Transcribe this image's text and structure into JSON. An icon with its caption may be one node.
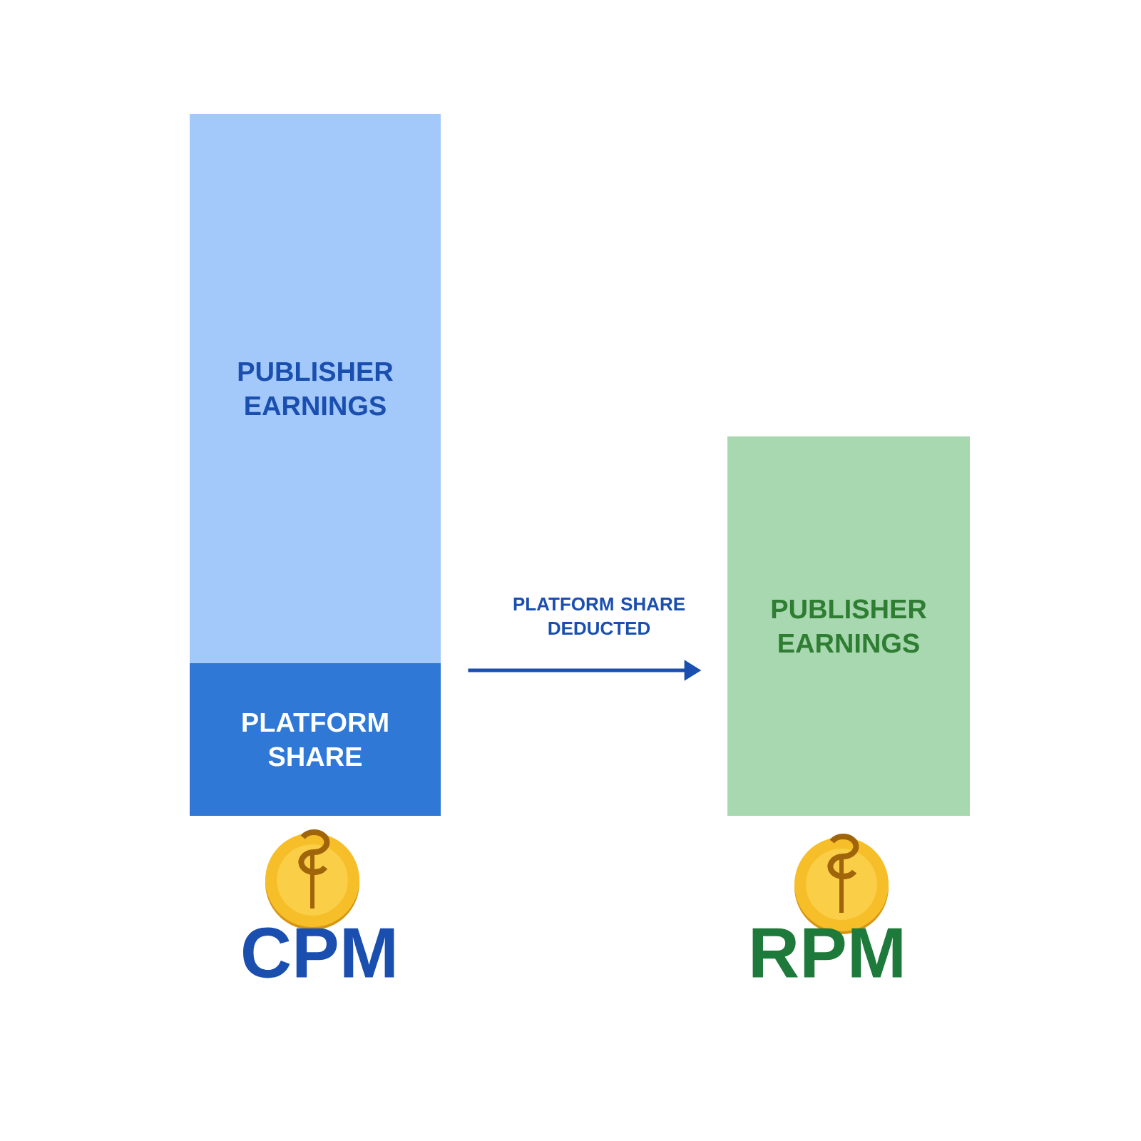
{
  "diagram": {
    "nodes": [
      {
        "text": [
          "PUBLISHER EARNINGS"
        ]
      },
      {
        "text": [
          "PLATFORM SHARE"
        ]
      },
      {
        "text": [
          "PUBLISHER EARNINGS"
        ]
      }
    ],
    "edges": [
      {
        "from": 1,
        "to": 2,
        "arrow": "to",
        "label": "PLATFORM SHARE DEDUCTED"
      }
    ],
    "labels": [
      "CPM",
      "RPM"
    ]
  }
}
